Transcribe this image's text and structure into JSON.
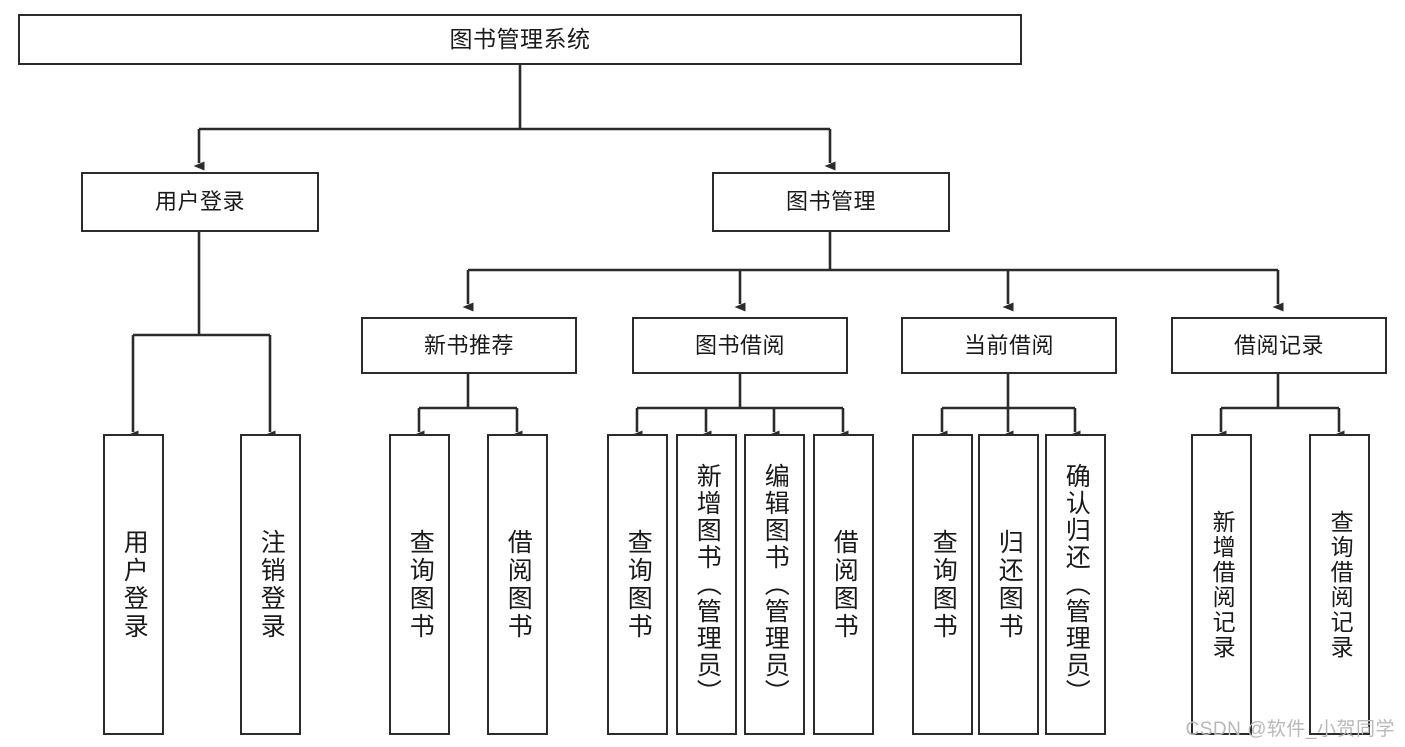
{
  "diagram": {
    "title": "图书管理系统",
    "watermark": "CSDN @软件_小贺同学",
    "stroke_color": "#2b2b2b",
    "background_color": "#ffffff",
    "text_color": "#1a1a1a",
    "watermark_color": "#b9b9b9"
  },
  "nodes": {
    "root": {
      "label": "图书管理系统"
    },
    "level1": [
      {
        "label": "用户登录"
      },
      {
        "label": "图书管理"
      }
    ],
    "level2": [
      {
        "label": "新书推荐"
      },
      {
        "label": "图书借阅"
      },
      {
        "label": "当前借阅"
      },
      {
        "label": "借阅记录"
      }
    ],
    "leaves": {
      "user_login": [
        {
          "label": "用户登录"
        },
        {
          "label": "注销登录"
        }
      ],
      "new_book_recommend": [
        {
          "label": "查询图书"
        },
        {
          "label": "借阅图书"
        }
      ],
      "book_borrow": [
        {
          "label": "查询图书"
        },
        {
          "label": "新增图书（管理员）"
        },
        {
          "label": "编辑图书（管理员）"
        },
        {
          "label": "借阅图书"
        }
      ],
      "current_borrow": [
        {
          "label": "查询图书"
        },
        {
          "label": "归还图书"
        },
        {
          "label": "确认归还（管理员）"
        }
      ],
      "borrow_record": [
        {
          "label": "新增借阅记录"
        },
        {
          "label": "查询借阅记录"
        }
      ]
    }
  }
}
